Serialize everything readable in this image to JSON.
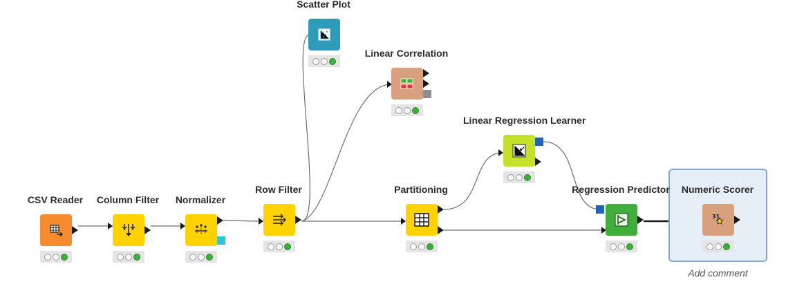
{
  "workflow": {
    "nodes": [
      {
        "id": "csv-reader",
        "label": "CSV Reader",
        "color": "#f58a2e",
        "icon": "table-export-icon",
        "status": [
          "idle",
          "idle",
          "executed"
        ]
      },
      {
        "id": "column-filter",
        "label": "Column Filter",
        "color": "#ffd200",
        "icon": "column-filter-icon",
        "status": [
          "idle",
          "idle",
          "executed"
        ]
      },
      {
        "id": "normalizer",
        "label": "Normalizer",
        "color": "#ffd200",
        "icon": "normalizer-icon",
        "status": [
          "idle",
          "idle",
          "executed"
        ]
      },
      {
        "id": "row-filter",
        "label": "Row Filter",
        "color": "#ffd200",
        "icon": "row-filter-icon",
        "status": [
          "idle",
          "idle",
          "executed"
        ]
      },
      {
        "id": "scatter-plot",
        "label": "Scatter Plot",
        "color": "#2e9bb8",
        "icon": "scatter-plot-icon",
        "status": [
          "idle",
          "idle",
          "executed"
        ]
      },
      {
        "id": "linear-correlation",
        "label": "Linear Correlation",
        "color": "#d9a07e",
        "icon": "correlation-matrix-icon",
        "status": [
          "idle",
          "idle",
          "executed"
        ]
      },
      {
        "id": "partitioning",
        "label": "Partitioning",
        "color": "#ffd200",
        "icon": "partition-table-icon",
        "status": [
          "idle",
          "idle",
          "executed"
        ]
      },
      {
        "id": "linear-regression-learner",
        "label": "Linear Regression Learner",
        "color": "#c6e12a",
        "icon": "regression-learner-icon",
        "status": [
          "idle",
          "idle",
          "executed"
        ]
      },
      {
        "id": "regression-predictor",
        "label": "Regression Predictor",
        "color": "#3fae3a",
        "icon": "predictor-icon",
        "status": [
          "idle",
          "idle",
          "executed"
        ]
      },
      {
        "id": "numeric-scorer",
        "label": "Numeric Scorer",
        "color": "#d9a07e",
        "icon": "scorer-icon",
        "status": [
          "idle",
          "idle",
          "executed"
        ]
      }
    ],
    "selected_node": "numeric-scorer",
    "add_comment": "Add comment",
    "port_colors": {
      "data": "#1a1a1a",
      "model": "#1f63b5",
      "config": "#2ec4e0",
      "stats": "#8e8e8e"
    }
  }
}
